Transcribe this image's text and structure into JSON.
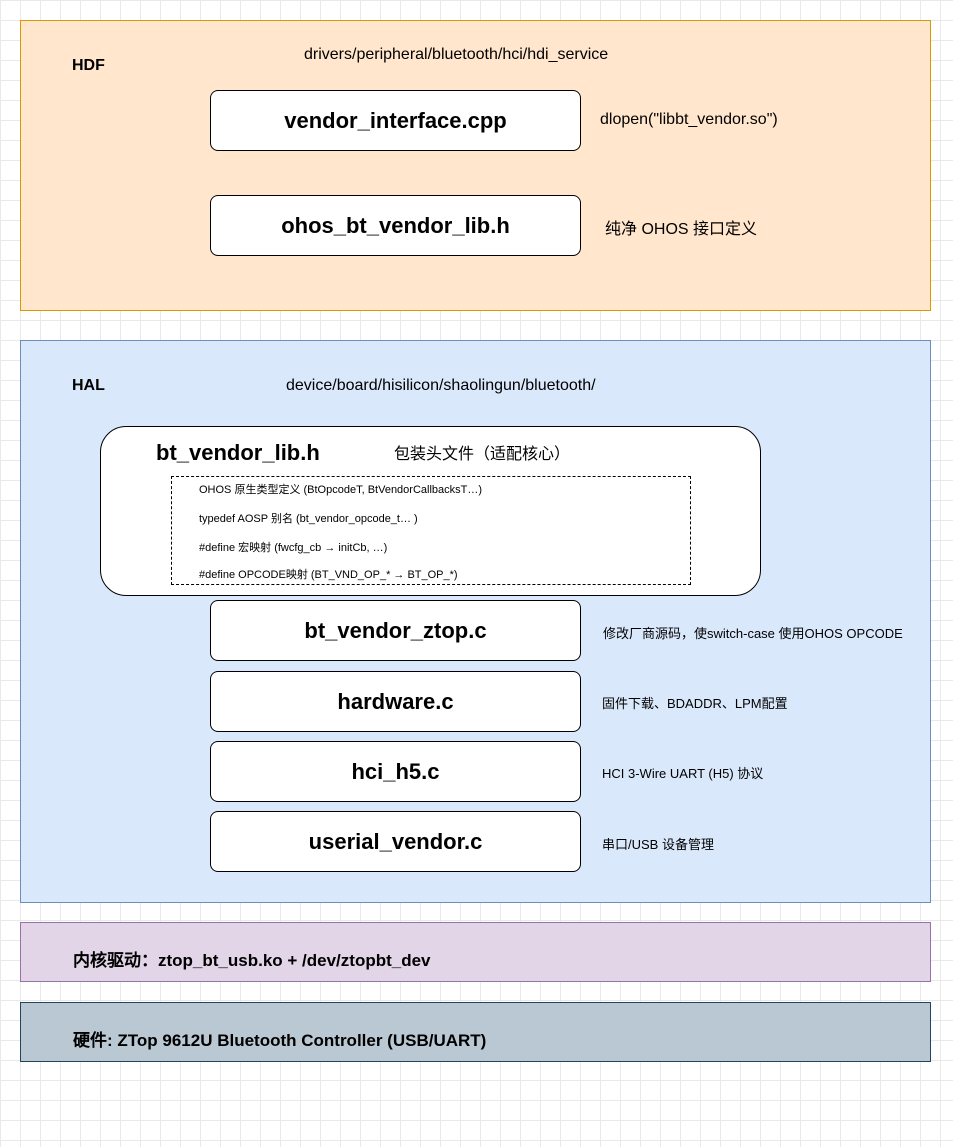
{
  "hdf": {
    "label": "HDF",
    "path": "drivers/peripheral/bluetooth/hci/hdi_service",
    "boxes": [
      {
        "label": "vendor_interface.cpp",
        "note": "dlopen(\"libbt_vendor.so\")"
      },
      {
        "label": "ohos_bt_vendor_lib.h",
        "note": "纯净 OHOS 接口定义"
      }
    ]
  },
  "hal": {
    "label": "HAL",
    "path": "device/board/hisilicon/shaolingun/bluetooth/",
    "wrapper": {
      "title": "bt_vendor_lib.h",
      "note": "包装头文件（适配核心）",
      "lines": [
        "OHOS 原生类型定义 (BtOpcodeT, BtVendorCallbacksT…)",
        "typedef AOSP 别名 (bt_vendor_opcode_t… )",
        "#define 宏映射 (fwcfg_cb → initCb, …)",
        "#define OPCODE映射 (BT_VND_OP_* → BT_OP_*)"
      ]
    },
    "boxes": [
      {
        "label": "bt_vendor_ztop.c",
        "note": "修改厂商源码，使switch-case 使用OHOS OPCODE"
      },
      {
        "label": "hardware.c",
        "note": "固件下载、BDADDR、LPM配置"
      },
      {
        "label": "hci_h5.c",
        "note": "HCI 3-Wire UART (H5) 协议"
      },
      {
        "label": "userial_vendor.c",
        "note": "串口/USB 设备管理"
      }
    ]
  },
  "kernel": {
    "label": "内核驱动：ztop_bt_usb.ko  +  /dev/ztopbt_dev"
  },
  "hardware": {
    "label": "硬件: ZTop 9612U Bluetooth Controller (USB/UART)"
  },
  "colors": {
    "hdf_fill": "#ffe6cc",
    "hdf_border": "#d79b00",
    "hal_fill": "#dae8fc",
    "hal_border": "#6c8ebf",
    "kernel_fill": "#e1d5e7",
    "kernel_border": "#9673a6",
    "hardware_fill": "#bac8d3",
    "hardware_border": "#23445d"
  }
}
